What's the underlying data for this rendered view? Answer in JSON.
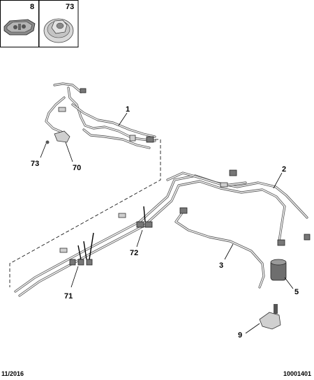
{
  "insets": [
    {
      "label": "8"
    },
    {
      "label": "73"
    }
  ],
  "callouts": [
    {
      "label": "1"
    },
    {
      "label": "2"
    },
    {
      "label": "3"
    },
    {
      "label": "5"
    },
    {
      "label": "9"
    },
    {
      "label": "70"
    },
    {
      "label": "71"
    },
    {
      "label": "72"
    },
    {
      "label": "73"
    }
  ],
  "footer": {
    "date": "11/2016",
    "reference": "10001401"
  }
}
